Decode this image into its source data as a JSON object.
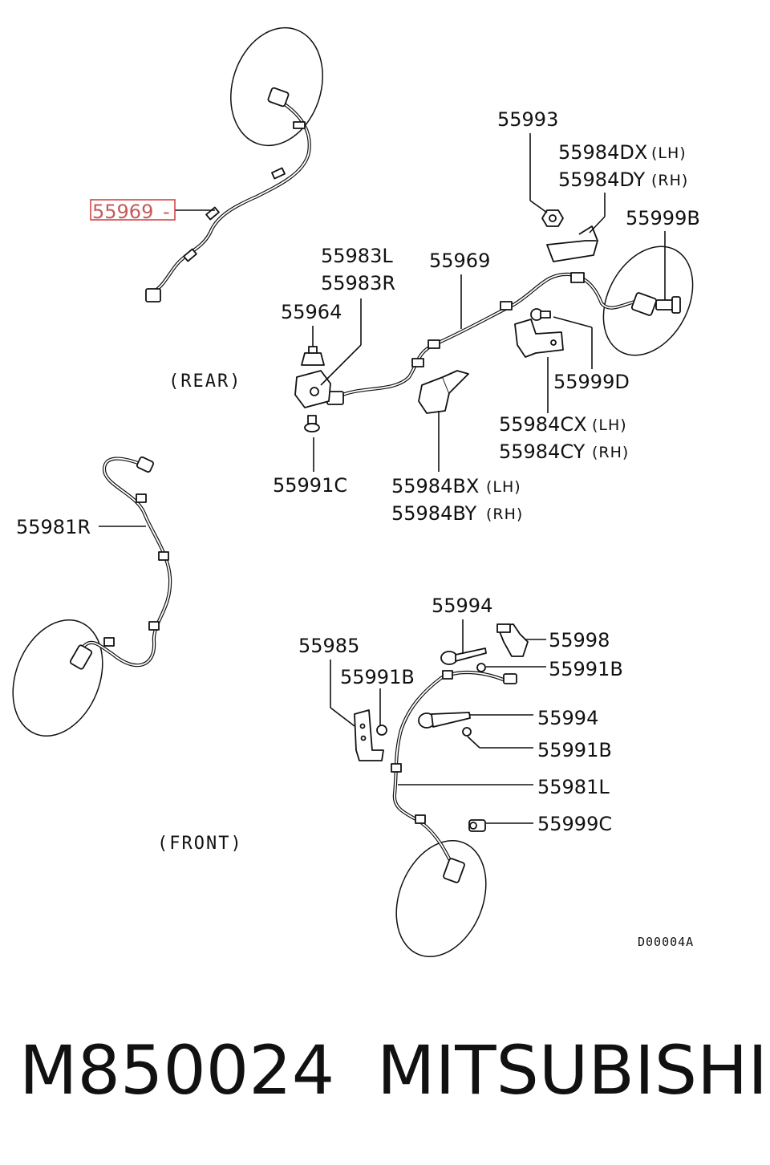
{
  "diagram": {
    "code": "D00004A",
    "sections": {
      "rear": "(REAR)",
      "front": "(FRONT)"
    },
    "highlighted_part": "55969",
    "highlight_color": "#c65a5a",
    "labels": {
      "p55969_rear": "55969",
      "p55993": "55993",
      "p55984DX": "55984DX",
      "p55984DX_side": "(LH)",
      "p55984DY": "55984DY",
      "p55984DY_side": "(RH)",
      "p55999B": "55999B",
      "p55983L": "55983L",
      "p55983R": "55983R",
      "p55969_mid": "55969",
      "p55964": "55964",
      "p55999D": "55999D",
      "p55984CX": "55984CX",
      "p55984CX_side": "(LH)",
      "p55984CY": "55984CY",
      "p55984CY_side": "(RH)",
      "p55991C": "55991C",
      "p55984BX": "55984BX",
      "p55984BX_side": "(LH)",
      "p55984BY": "55984BY",
      "p55984BY_side": "(RH)",
      "p55981R": "55981R",
      "p55994_top": "55994",
      "p55998": "55998",
      "p55985": "55985",
      "p55991B_a": "55991B",
      "p55991B_b": "55991B",
      "p55994_mid": "55994",
      "p55991B_c": "55991B",
      "p55981L": "55981L",
      "p55999C": "55999C"
    }
  },
  "footer": {
    "part_number": "M850024",
    "brand": "MITSUBISHI"
  }
}
